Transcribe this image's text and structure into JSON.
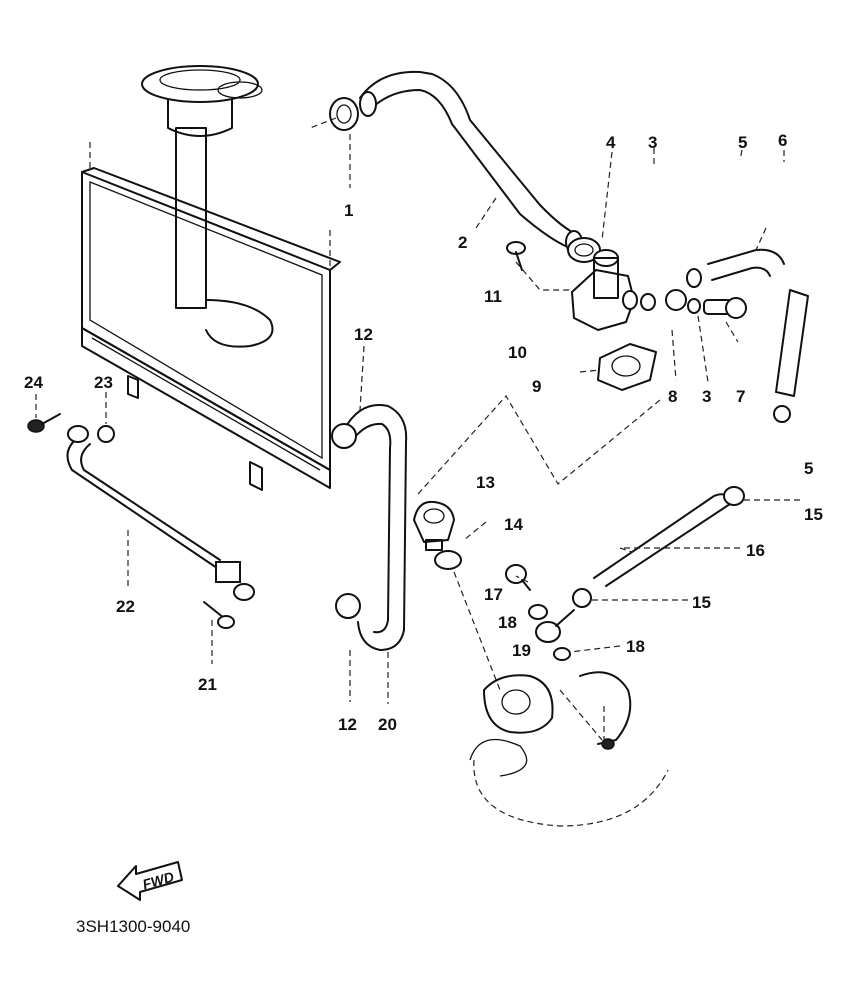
{
  "labels": {
    "p1": "1",
    "p2": "2",
    "p3a": "3",
    "p3b": "3",
    "p4": "4",
    "p5a": "5",
    "p5b": "5",
    "p6": "6",
    "p7": "7",
    "p8": "8",
    "p9": "9",
    "p10": "10",
    "p11": "11",
    "p12a": "12",
    "p12b": "12",
    "p13": "13",
    "p14": "14",
    "p15a": "15",
    "p15b": "15",
    "p16": "16",
    "p17": "17",
    "p18a": "18",
    "p18b": "18",
    "p19": "19",
    "p20": "20",
    "p21": "21",
    "p22": "22",
    "p23": "23",
    "p24": "24"
  },
  "fwd_arrow": "FWD",
  "diagram_code": "3SH1300-9040"
}
